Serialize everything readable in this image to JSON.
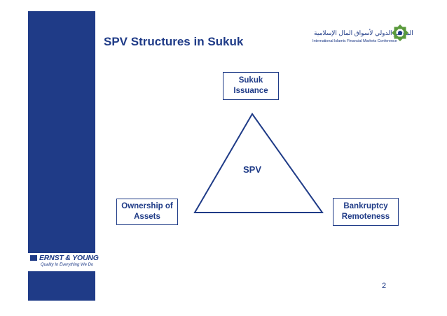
{
  "slide": {
    "title": "SPV Structures in Sukuk",
    "page_number": "2"
  },
  "conference_logo": {
    "arabic_text": "المؤتمر الدولي لأسواق المال الإسلامية",
    "english_text": "International Islamic Financial Markets Conference",
    "icon": "knot-emblem-icon"
  },
  "company_logo": {
    "name": "ERNST & YOUNG",
    "tagline": "Quality In Everything We Do"
  },
  "diagram": {
    "top_box": "Sukuk\nIssuance",
    "left_box": "Ownership of\nAssets",
    "right_box": "Bankruptcy\nRemoteness",
    "center_label": "SPV"
  },
  "colors": {
    "brand_navy": "#1f3b87",
    "accent_green": "#5a9a3c"
  }
}
